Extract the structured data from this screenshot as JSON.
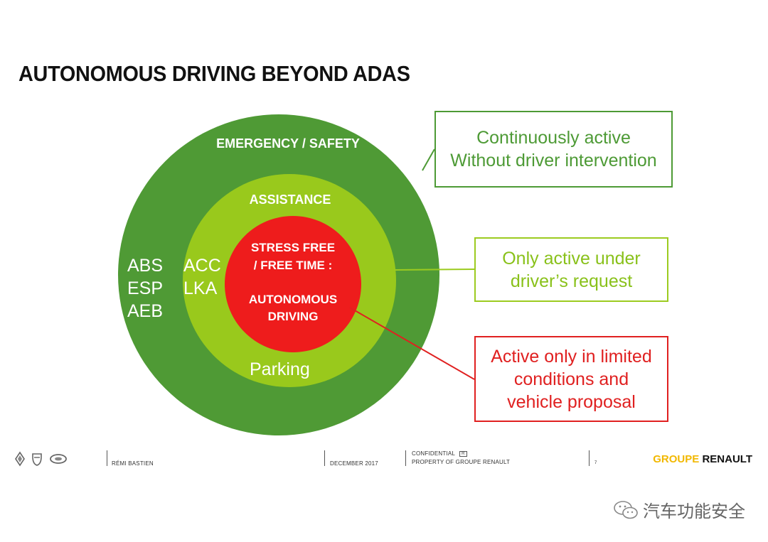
{
  "title": "AUTONOMOUS DRIVING BEYOND ADAS",
  "diagram": {
    "outer_label": "EMERGENCY / SAFETY",
    "middle_label": "ASSISTANCE",
    "inner_label_lines": [
      "STRESS FREE",
      "/ FREE TIME :",
      "AUTONOMOUS",
      "DRIVING"
    ],
    "outer_items": [
      "ABS",
      "ESP",
      "AEB"
    ],
    "middle_items": [
      "ACC",
      "LKA"
    ],
    "parking": "Parking",
    "colors": {
      "outer": "#4f9a35",
      "middle": "#99c91c",
      "inner": "#ee1c1c"
    }
  },
  "callouts": [
    {
      "lines": [
        "Continuously active",
        "Without driver intervention"
      ],
      "color": "#4d9a35"
    },
    {
      "lines": [
        "Only active under",
        "driver’s request"
      ],
      "color": "#89c11a"
    },
    {
      "lines": [
        "Active only in limited",
        "conditions and",
        "vehicle proposal"
      ],
      "color": "#e02020"
    }
  ],
  "footer": {
    "author": "RÉMI BASTIEN",
    "date": "DECEMBER 2017",
    "confidential": "CONFIDENTIAL",
    "confidential_badge": "R",
    "property": "PROPERTY OF GROUPE RENAULT",
    "page": "7",
    "brand_part1": "GROUPE",
    "brand_part2": "RENAULT"
  },
  "watermark": "汽车功能安全"
}
